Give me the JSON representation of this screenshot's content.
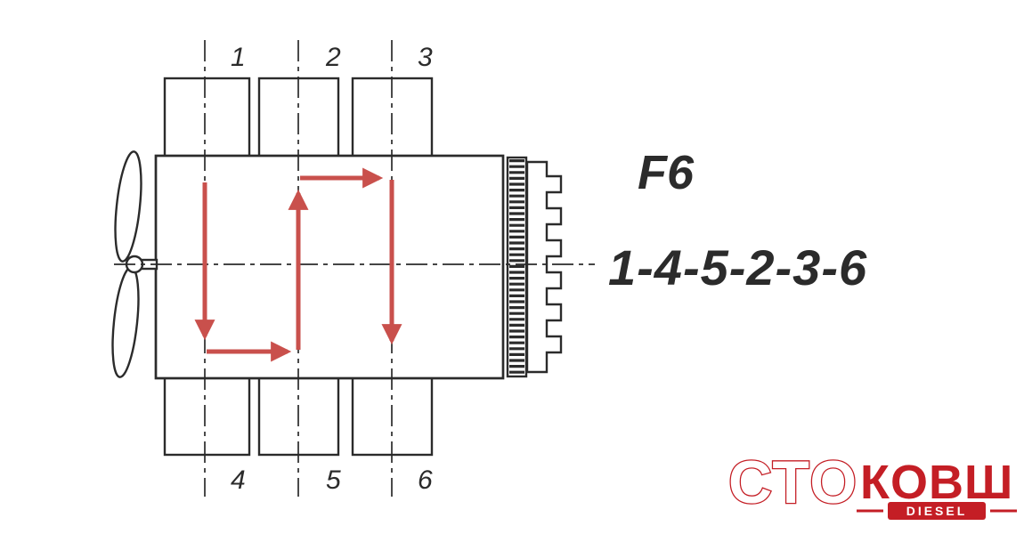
{
  "colors": {
    "line": "#2b2b2b",
    "arrow": "#c9504c",
    "brand_red": "#c41e25",
    "background": "#ffffff"
  },
  "diagram": {
    "top_cylinders": [
      "1",
      "2",
      "3"
    ],
    "bottom_cylinders": [
      "4",
      "5",
      "6"
    ],
    "engine_code": "F6",
    "firing_order": "1-4-5-2-3-6"
  },
  "logo": {
    "sto": "СТО",
    "kovsh": "КОВШ",
    "diesel": "DIESEL"
  }
}
